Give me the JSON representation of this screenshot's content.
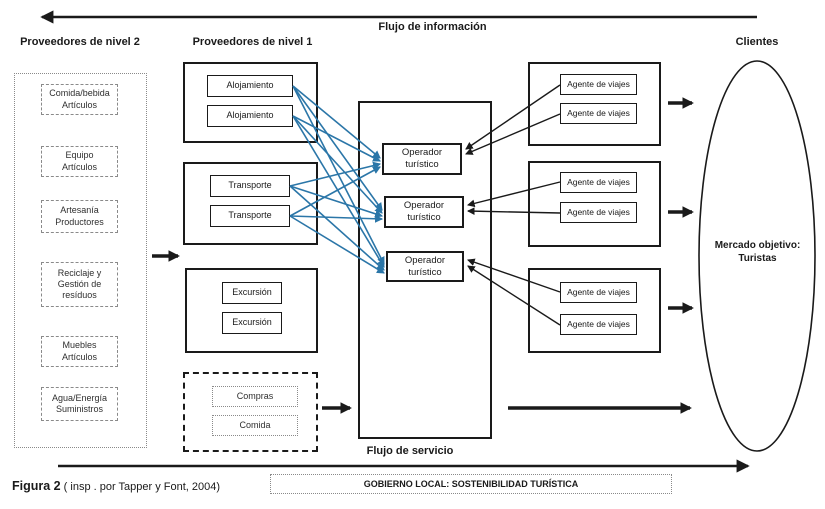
{
  "figure": {
    "caption_bold": "Figura 2",
    "caption_rest": " ( insp . por Tapper y Font, 2004)"
  },
  "headers": {
    "level2": "Proveedores de nivel 2",
    "level1": "Proveedores de nivel 1",
    "clients": "Clientes"
  },
  "flows": {
    "information": "Flujo de información",
    "service": "Flujo de servicio"
  },
  "level2": {
    "items": [
      "Comida/bebida\nArtículos",
      "Equipo\nArtículos",
      "Artesanía\nProductores",
      "Reciclaje y\nGestión de\nresíduos",
      "Muebles\nArtículos",
      "Agua/Energía\nSuministros"
    ]
  },
  "level1": {
    "accommodation": [
      "Alojamiento",
      "Alojamiento"
    ],
    "transport": [
      "Transporte",
      "Transporte"
    ],
    "excursion": [
      "Excursión",
      "Excursión"
    ],
    "purchases": [
      "Compras",
      "Comida"
    ]
  },
  "operators": [
    "Operador\nturístico",
    "Operador\nturístico",
    "Operador\nturístico"
  ],
  "agents": [
    "Agente de viajes",
    "Agente de viajes",
    "Agente de viajes",
    "Agente de viajes",
    "Agente de viajes",
    "Agente de viajes"
  ],
  "market": "Mercado objetivo:\nTuristas",
  "government": "GOBIERNO LOCAL: SOSTENIBILIDAD TURÍSTICA",
  "colors": {
    "connector_blue": "#2b76a8",
    "line_black": "#1a1a1a",
    "dashed_gray": "#8a8a8a"
  }
}
